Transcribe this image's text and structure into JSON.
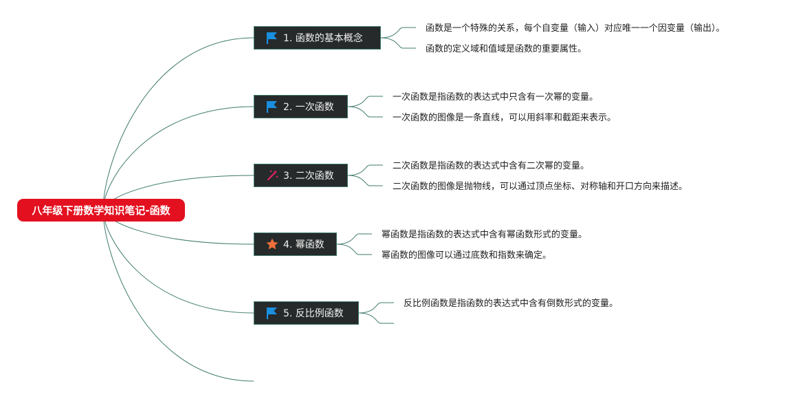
{
  "root": {
    "label": "八年级下册数学知识笔记-函数"
  },
  "topics": [
    {
      "label": "1. 函数的基本概念",
      "icon": "flag-icon",
      "icon_color": "#1a8fe0",
      "notes": [
        "函数是一个特殊的关系，每个自变量（输入）对应唯一一个因变量（输出）。",
        "函数的定义域和值域是函数的重要属性。"
      ]
    },
    {
      "label": "2. 一次函数",
      "icon": "flag-icon",
      "icon_color": "#1a8fe0",
      "notes": [
        "一次函数是指函数的表达式中只含有一次幂的变量。",
        "一次函数的图像是一条直线，可以用斜率和截距来表示。"
      ]
    },
    {
      "label": "3. 二次函数",
      "icon": "magic-wand-icon",
      "icon_color": "#e0246a",
      "notes": [
        "二次函数是指函数的表达式中含有二次幂的变量。",
        "二次函数的图像是抛物线，可以通过顶点坐标、对称轴和开口方向来描述。"
      ]
    },
    {
      "label": "4. 幂函数",
      "icon": "star-icon",
      "icon_color": "#f0703a",
      "notes": [
        "幂函数是指函数的表达式中含有幂函数形式的变量。",
        "幂函数的图像可以通过底数和指数来确定。"
      ]
    },
    {
      "label": "5. 反比例函数",
      "icon": "flag-icon",
      "icon_color": "#1a8fe0",
      "notes": [
        "反比例函数是指函数的表达式中含有倒数形式的变量。"
      ]
    }
  ],
  "colors": {
    "link": "#3f7a6d",
    "root_bg": "#e3101f",
    "topic_bg": "#262a2b"
  }
}
